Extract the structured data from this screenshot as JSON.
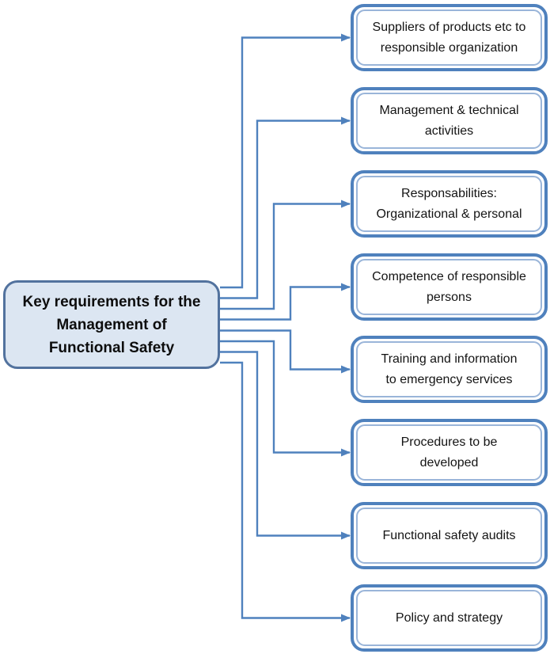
{
  "diagram": {
    "hub": {
      "label": "Key requirements for the\nManagement of\nFunctional Safety"
    },
    "nodes": [
      {
        "label": "Suppliers of products etc to\nresponsible organization"
      },
      {
        "label": "Management & technical\nactivities"
      },
      {
        "label": "Responsabilities:\nOrganizational & personal"
      },
      {
        "label": "Competence of responsible\npersons"
      },
      {
        "label": "Training and information\nto emergency services"
      },
      {
        "label": "Procedures to be\ndeveloped"
      },
      {
        "label": "Functional safety audits"
      },
      {
        "label": "Policy and strategy"
      }
    ],
    "colors": {
      "connector": "#4f81bd",
      "node_border": "#4f81bd",
      "node_inner_border": "#9ab5d9",
      "hub_fill": "#dce6f2",
      "hub_border": "#52729e",
      "background": "#ffffff"
    }
  }
}
